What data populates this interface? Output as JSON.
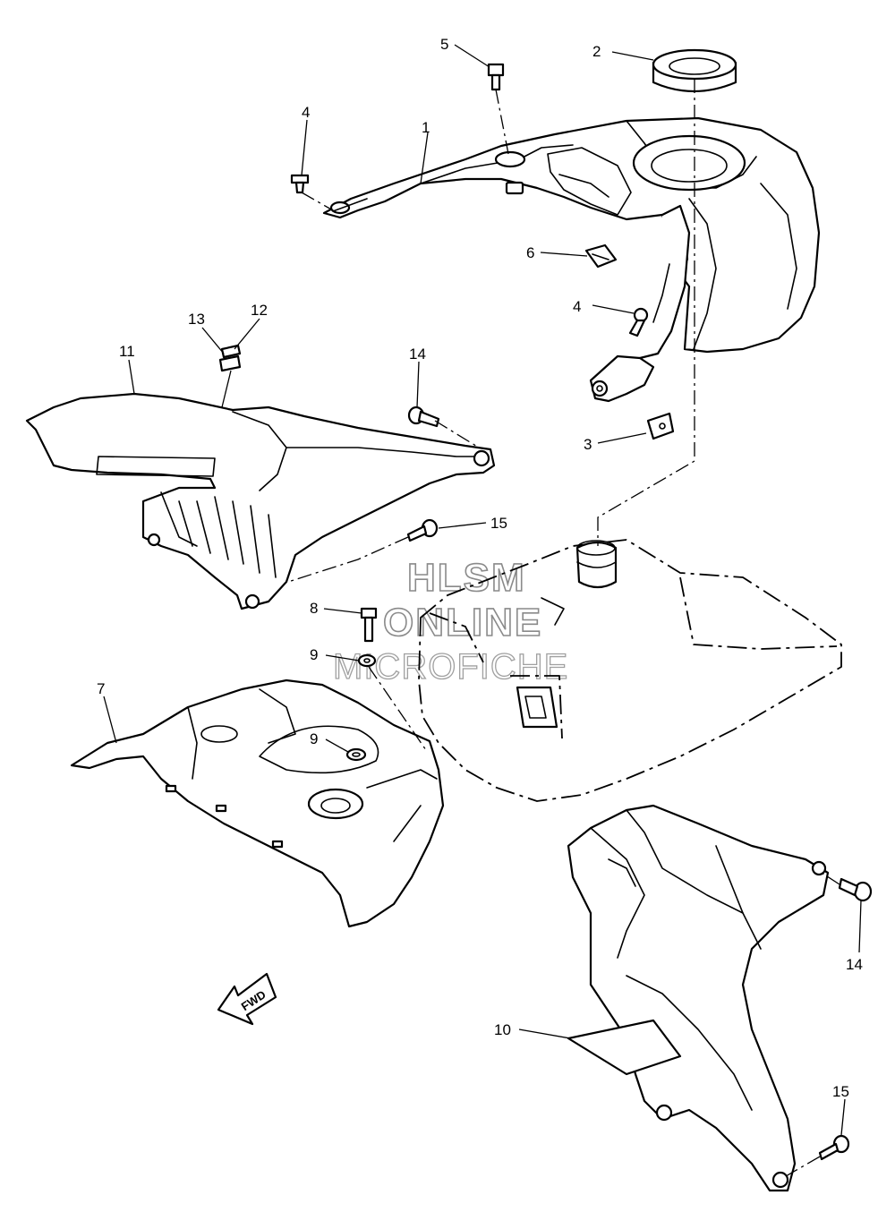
{
  "callouts": {
    "c1": "1",
    "c2": "2",
    "c3": "3",
    "c4a": "4",
    "c4b": "4",
    "c5": "5",
    "c6": "6",
    "c7": "7",
    "c8": "8",
    "c9a": "9",
    "c9b": "9",
    "c10": "10",
    "c11": "11",
    "c12": "12",
    "c13": "13",
    "c14a": "14",
    "c14b": "14",
    "c15a": "15",
    "c15b": "15"
  },
  "watermark": {
    "line1": "HLSM",
    "line2": "ONLINE",
    "line3": "MICROFICHE"
  },
  "fwd_label": "FWD"
}
